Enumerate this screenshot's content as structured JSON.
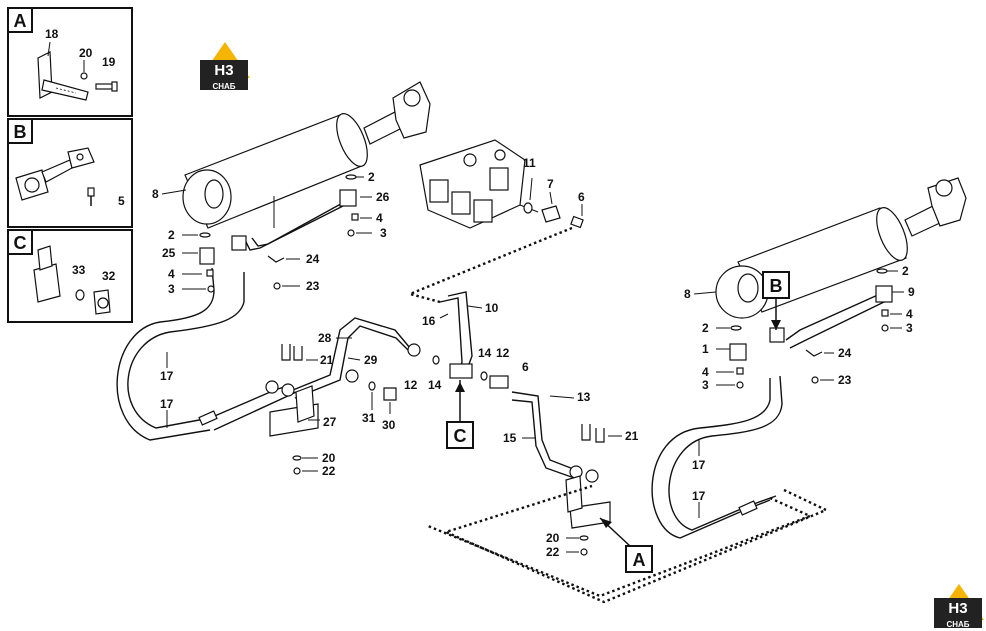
{
  "insets": [
    {
      "letter": "A",
      "labels": [
        "18",
        "20",
        "19"
      ]
    },
    {
      "letter": "B",
      "labels": [
        "5"
      ]
    },
    {
      "letter": "C",
      "labels": [
        "33",
        "32"
      ]
    }
  ],
  "callouts": [
    "C",
    "B",
    "A"
  ],
  "logo": {
    "line1": "Н3",
    "line2": "СНАБ"
  },
  "parts": {
    "left_cylinder": [
      "8",
      "2",
      "26",
      "4",
      "3",
      "2",
      "25",
      "4",
      "3",
      "24",
      "23"
    ],
    "valve": [
      "11",
      "7",
      "6"
    ],
    "center": [
      "10",
      "16",
      "28",
      "29",
      "21",
      "12",
      "14",
      "14",
      "12",
      "6",
      "27",
      "31",
      "30",
      "20",
      "22",
      "13",
      "15",
      "21",
      "20",
      "22"
    ],
    "hoses": [
      "17",
      "17",
      "17",
      "17"
    ],
    "right_cylinder": [
      "2",
      "8",
      "9",
      "4",
      "3",
      "2",
      "1",
      "4",
      "3",
      "24",
      "23"
    ]
  }
}
